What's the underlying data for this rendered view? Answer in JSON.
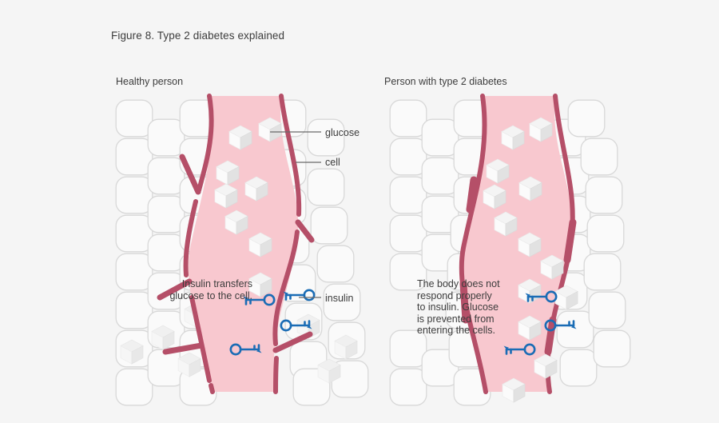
{
  "figure": {
    "title": "Figure 8. Type 2 diabetes explained",
    "background_color": "#f5f5f5"
  },
  "palette": {
    "vessel_fill": "#f8c8cf",
    "vessel_wall": "#b54f68",
    "cell_outline": "#d8d8d8",
    "glucose_light": "#f2f2f2",
    "glucose_mid": "#e4e4e4",
    "glucose_dark": "#dcdcdc",
    "insulin_blue": "#1a6cb5",
    "text": "#3c3c3c",
    "leader_line": "#6a6a6a"
  },
  "panels": [
    {
      "id": "healthy",
      "title": "Healthy person",
      "annotation_lines": [
        "Insulin transfers",
        "glucose to the cell."
      ],
      "wall_open": true,
      "glucose_in_vessel": 7,
      "glucose_in_cells": 7,
      "insulin_keys": 3
    },
    {
      "id": "diabetes",
      "title": "Person with type 2 diabetes",
      "annotation_lines": [
        "The body does not",
        "respond properly",
        "to insulin. Glucose",
        "is prevented from",
        "entering the cells."
      ],
      "wall_open": false,
      "glucose_in_vessel": 12,
      "glucose_in_cells": 0,
      "insulin_keys": 3
    }
  ],
  "callouts": [
    {
      "id": "glucose",
      "label": "glucose"
    },
    {
      "id": "cell",
      "label": "cell"
    },
    {
      "id": "insulin",
      "label": "insulin"
    }
  ]
}
